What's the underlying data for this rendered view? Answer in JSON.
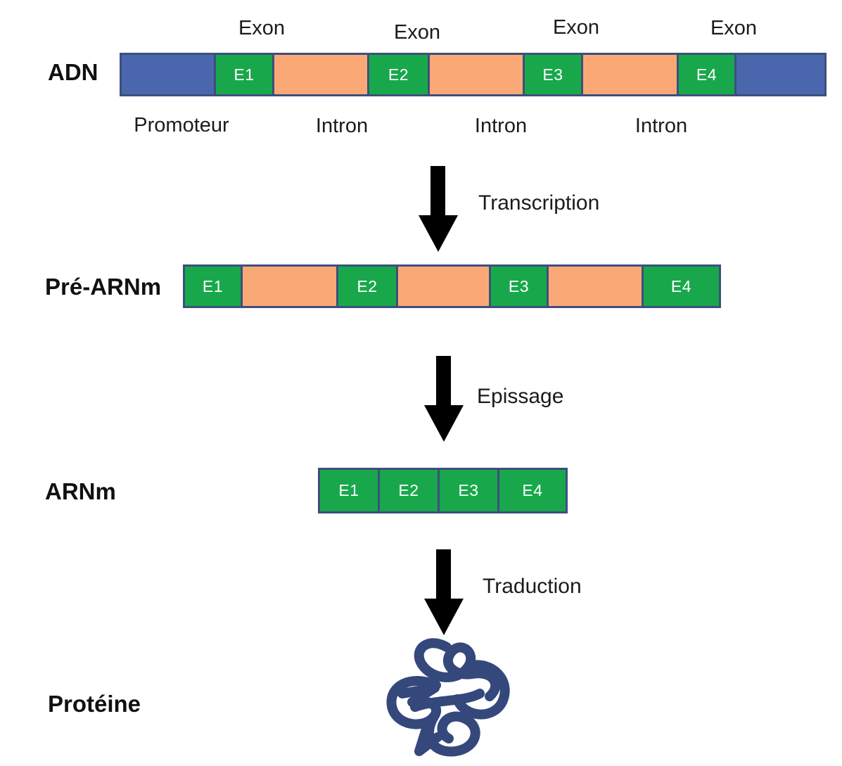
{
  "colors": {
    "exon_green": "#18A84B",
    "intron_orange": "#FBA877",
    "promoter_blue": "#4A67AE",
    "bar_border": "#3D4F7C",
    "protein": "#35487B",
    "arrow": "#000000",
    "exon_text": "#FFFFFF",
    "text": "#1B1B1B"
  },
  "adn": {
    "label": "ADN",
    "exon_headers": [
      "Exon",
      "Exon",
      "Exon",
      "Exon"
    ],
    "exons": [
      "E1",
      "E2",
      "E3",
      "E4"
    ],
    "bottom_labels": [
      "Promoteur",
      "Intron",
      "Intron",
      "Intron"
    ]
  },
  "steps": {
    "transcription": "Transcription",
    "epissage": "Epissage",
    "traduction": "Traduction"
  },
  "pre_arnm": {
    "label": "Pré-ARNm",
    "exons": [
      "E1",
      "E2",
      "E3",
      "E4"
    ]
  },
  "arnm": {
    "label": "ARNm",
    "exons": [
      "E1",
      "E2",
      "E3",
      "E4"
    ]
  },
  "proteine": {
    "label": "Protéine"
  }
}
